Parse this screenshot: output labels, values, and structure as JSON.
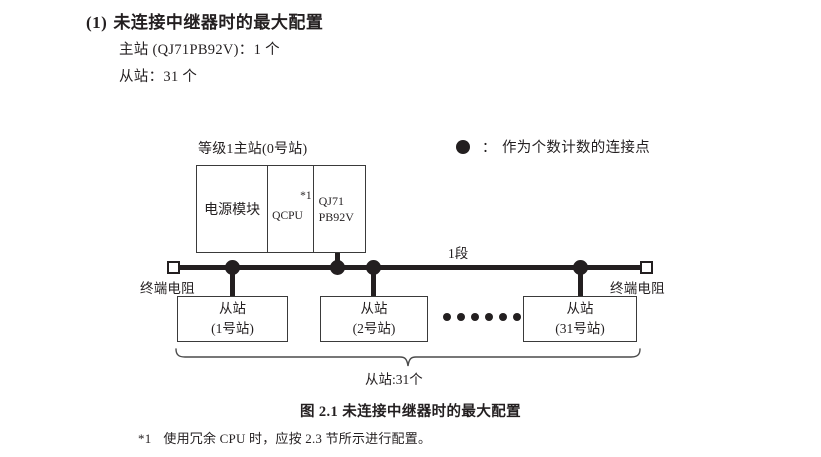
{
  "section": {
    "number": "(1)",
    "title": "未连接中继器时的最大配置",
    "lines": [
      "主站 (QJ71PB92V)：1 个",
      "从站：31 个"
    ]
  },
  "legend": {
    "icon": "filled-circle",
    "separator": "：",
    "text": "作为个数计数的连接点"
  },
  "diagram": {
    "master": {
      "label": "等级1主站(0号站)",
      "cells": [
        {
          "name": "power-module",
          "text": "电源模块"
        },
        {
          "name": "qcpu",
          "text": "QCPU",
          "footnote_mark": "*1"
        },
        {
          "name": "pb92v",
          "line1": "QJ71",
          "line2": "PB92V"
        }
      ]
    },
    "segment_label": "1段",
    "terminator_left": "终端电阻",
    "terminator_right": "终端电阻",
    "slaves": [
      {
        "title": "从站",
        "station": "(1号站)"
      },
      {
        "title": "从站",
        "station": "(2号站)"
      },
      {
        "title": "从站",
        "station": "(31号站)"
      }
    ],
    "ellipsis_dot_count": 6,
    "brace_label": "从站:31个"
  },
  "caption": "图 2.1  未连接中继器时的最大配置",
  "footnote": {
    "mark": "*1",
    "text": "使用冗余 CPU 时，应按 2.3 节所示进行配置。"
  },
  "colors": {
    "ink": "#231f20",
    "line": "#3a3a3a",
    "background": "#ffffff"
  }
}
